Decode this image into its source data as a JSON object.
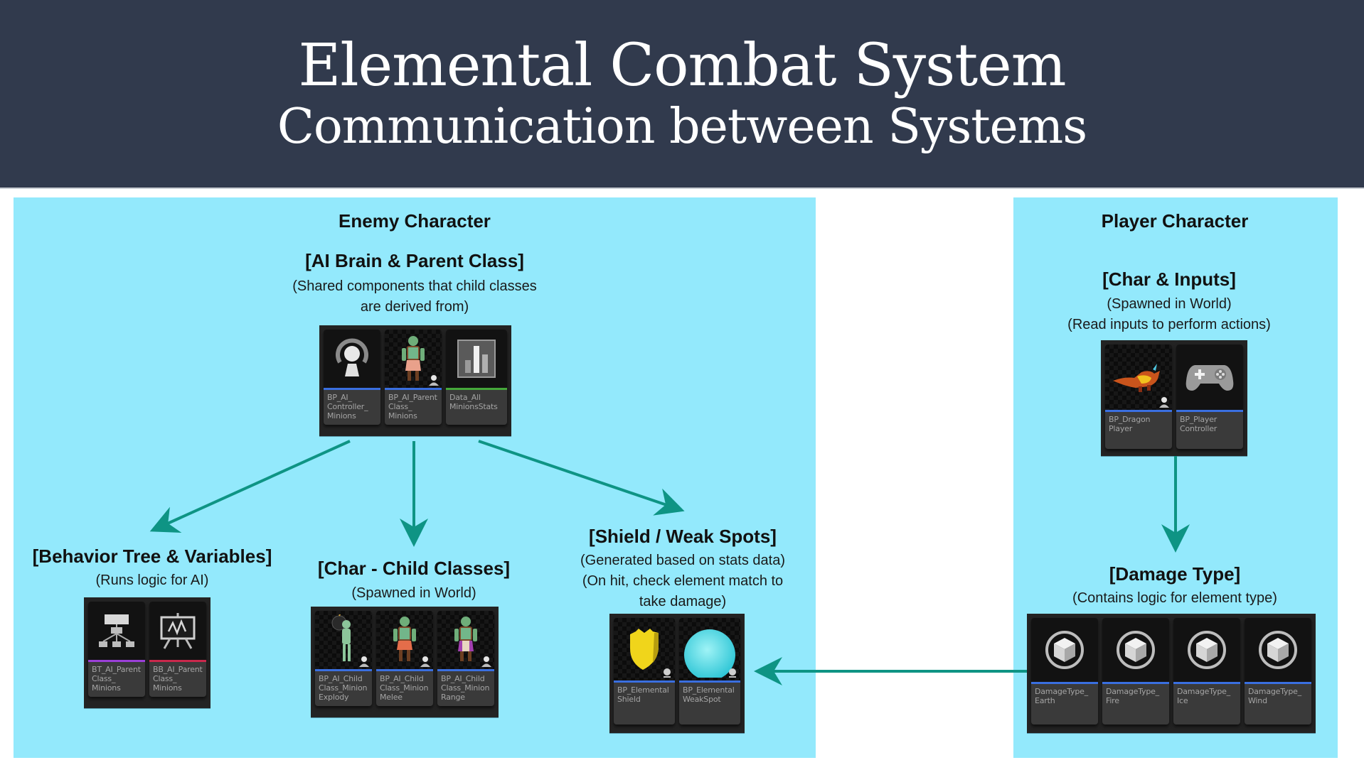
{
  "header": {
    "title": "Elemental Combat System",
    "subtitle": "Communication between Systems"
  },
  "colors": {
    "header_bg": "#313a4d",
    "panel_bg": "#93e9fc",
    "arrow": "#0e9484",
    "blueprint_bar": "#3a6fe0",
    "data_bar": "#45a83a",
    "behavior_tree_bar": "#9b3fd8",
    "blackboard_bar": "#c9284c"
  },
  "enemy": {
    "title": "Enemy Character",
    "ai_brain": {
      "title": "[AI Brain & Parent Class]",
      "desc1": "(Shared components that child classes",
      "desc2": "are derived from)",
      "assets": [
        {
          "label": "BP_AI_\nController_\nMinions",
          "icon": "ai-controller-icon"
        },
        {
          "label": "BP_AI_Parent\nClass_\nMinions",
          "icon": "goblin-thumbnail"
        },
        {
          "label": "Data_All\nMinionsStats",
          "icon": "data-table-icon"
        }
      ]
    },
    "behavior": {
      "title": "[Behavior Tree & Variables]",
      "desc1": "(Runs logic for AI)",
      "assets": [
        {
          "label": "BT_AI_Parent\nClass_\nMinions",
          "icon": "behavior-tree-icon"
        },
        {
          "label": "BB_AI_Parent\nClass_\nMinions",
          "icon": "blackboard-icon"
        }
      ]
    },
    "child": {
      "title": "[Char - Child Classes]",
      "desc1": "(Spawned in World)",
      "assets": [
        {
          "label": "BP_AI_Child\nClass_Minion\nExplody",
          "icon": "goblin-bomb-thumbnail"
        },
        {
          "label": "BP_AI_Child\nClass_Minion\nMelee",
          "icon": "goblin-melee-thumbnail"
        },
        {
          "label": "BP_AI_Child\nClass_Minion\nRange",
          "icon": "goblin-range-thumbnail"
        }
      ]
    },
    "shield": {
      "title": "[Shield / Weak Spots]",
      "desc1": "(Generated based on stats data)",
      "desc2": "(On hit, check element match to",
      "desc3": "take damage)",
      "assets": [
        {
          "label": "BP_Elemental\nShield",
          "icon": "shield-thumbnail"
        },
        {
          "label": "BP_Elemental\nWeakSpot",
          "icon": "sphere-thumbnail"
        }
      ]
    }
  },
  "player": {
    "title": "Player Character",
    "inputs": {
      "title": "[Char & Inputs]",
      "desc1": "(Spawned in World)",
      "desc2": "(Read inputs to perform actions)",
      "assets": [
        {
          "label": "BP_Dragon\nPlayer",
          "icon": "dragon-thumbnail"
        },
        {
          "label": "BP_Player\nController",
          "icon": "gamepad-icon"
        }
      ]
    },
    "damage": {
      "title": "[Damage Type]",
      "desc1": "(Contains logic for element type)",
      "assets": [
        {
          "label": "DamageType_\nEarth",
          "icon": "cube-icon"
        },
        {
          "label": "DamageType_\nFire",
          "icon": "cube-icon"
        },
        {
          "label": "DamageType_\nIce",
          "icon": "cube-icon"
        },
        {
          "label": "DamageType_\nWind",
          "icon": "cube-icon"
        }
      ]
    }
  },
  "connections": [
    {
      "from": "ai-brain",
      "to": "behavior-tree"
    },
    {
      "from": "ai-brain",
      "to": "child-classes"
    },
    {
      "from": "ai-brain",
      "to": "shield-weak-spots"
    },
    {
      "from": "char-inputs",
      "to": "damage-type"
    },
    {
      "from": "damage-type",
      "to": "shield-weak-spots"
    }
  ]
}
